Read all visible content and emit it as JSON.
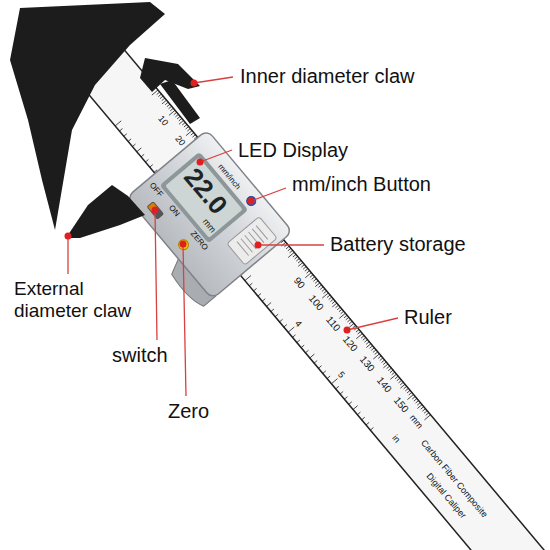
{
  "diagram": {
    "labels": [
      "Inner diameter claw",
      "LED Display",
      "mm/inch Button",
      "Battery storage",
      "External diameter claw",
      "Ruler",
      "switch",
      "Zero",
      "mm/inch",
      "22.0",
      "mm",
      "OFF",
      "ON",
      "ZERO",
      "10",
      "20",
      "90",
      "100",
      "110",
      "120",
      "130",
      "140",
      "150",
      "4",
      "5",
      "mm",
      "in",
      "Carbon Fiber Composite",
      "Digital Caliper"
    ]
  }
}
